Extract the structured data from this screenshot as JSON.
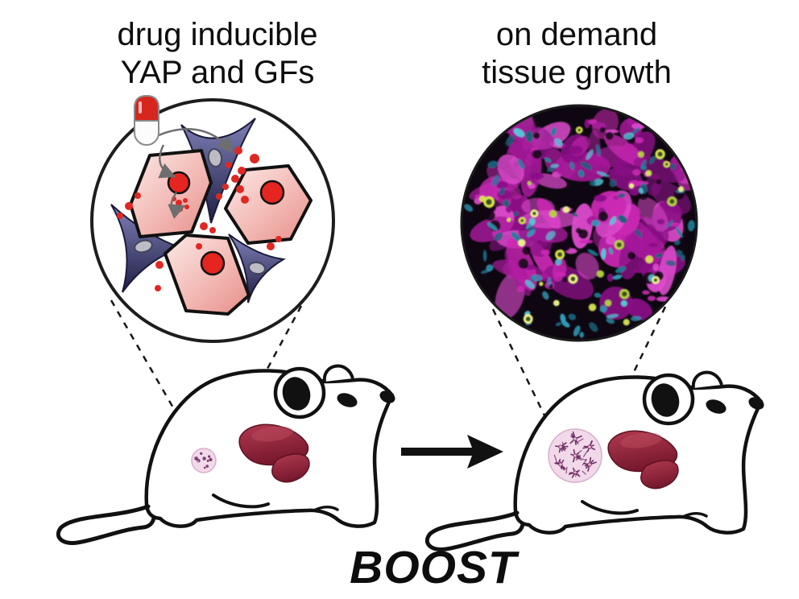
{
  "figure": {
    "left_caption": {
      "line1": "drug inducible",
      "line2": "YAP and GFs"
    },
    "right_caption": {
      "line1": "on demand",
      "line2": "tissue growth"
    },
    "boost_label": "BOOST"
  },
  "palette": {
    "outline": "#141414",
    "nucleus_red": "#e62420",
    "growth_factor_red": "#e02823",
    "stellate_nucleus": "#bcbcc4",
    "pill_red": "#d7261d",
    "pill_white": "#fcfcfc",
    "implant_pink": "#f2d9e9",
    "implant_cell_purple": "#6e3066",
    "implant_cell_center": "#e9b7cf",
    "arrow_gray": "#6e6e6e",
    "black": "#111111"
  },
  "microscopy": {
    "seed": 11,
    "background": "#0e0711",
    "magenta": [
      "#cb28b4",
      "#a81a9c",
      "#8a1086",
      "#de4bce"
    ],
    "dark_hole": "#160617",
    "cyan": [
      "#2f9cb8",
      "#1f7f9e",
      "#52c8da",
      "#17637c"
    ],
    "yellow": [
      "#d9e44e",
      "#b5d23c",
      "#eef58b"
    ],
    "yellow_core": "#41501a"
  }
}
